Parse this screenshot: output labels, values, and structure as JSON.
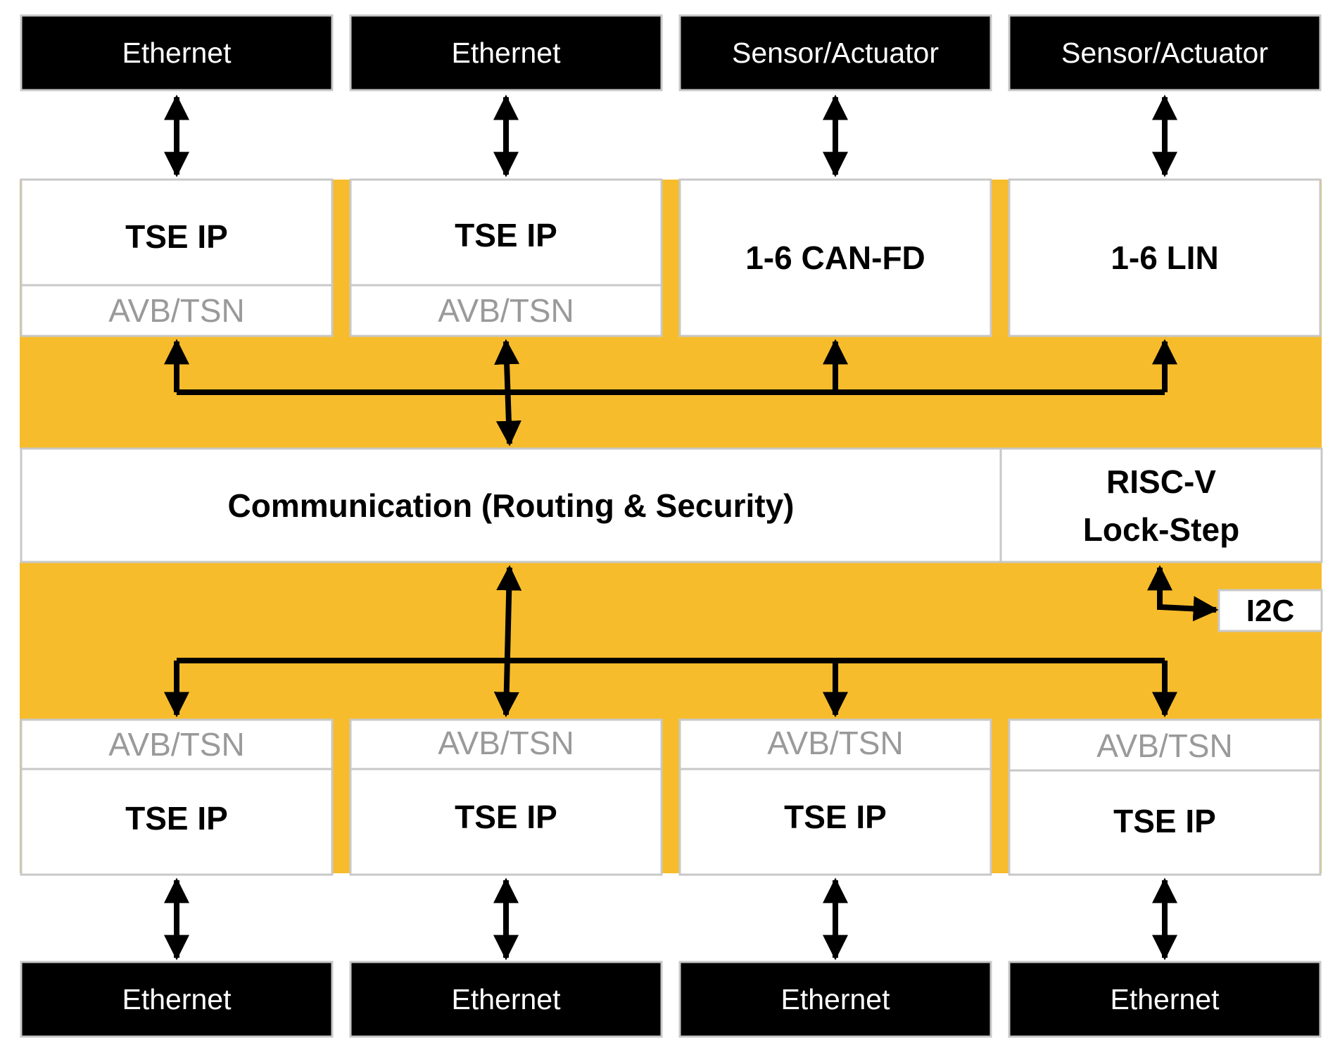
{
  "top_ports": [
    {
      "label": "Ethernet"
    },
    {
      "label": "Ethernet"
    },
    {
      "label": "Sensor/Actuator"
    },
    {
      "label": "Sensor/Actuator"
    }
  ],
  "top_blocks": [
    {
      "title": "TSE IP",
      "sub": "AVB/TSN"
    },
    {
      "title": "TSE IP",
      "sub": "AVB/TSN"
    },
    {
      "title": "1-6 CAN-FD"
    },
    {
      "title": "1-6 LIN"
    }
  ],
  "communication": "Communication (Routing & Security)",
  "riscv": {
    "line1": "RISC-V",
    "line2": "Lock-Step"
  },
  "i2c": "I2C",
  "bottom_blocks": [
    {
      "title": "TSE IP",
      "sub": "AVB/TSN"
    },
    {
      "title": "TSE IP",
      "sub": "AVB/TSN"
    },
    {
      "title": "TSE IP",
      "sub": "AVB/TSN"
    },
    {
      "title": "TSE IP",
      "sub": "AVB/TSN"
    }
  ],
  "bottom_ports": [
    {
      "label": "Ethernet"
    },
    {
      "label": "Ethernet"
    },
    {
      "label": "Ethernet"
    },
    {
      "label": "Ethernet"
    }
  ],
  "colors": {
    "bus": "#F7BC2B",
    "port": "#000000",
    "block_border": "#C8C8C8",
    "sub_text": "#9A9A9A",
    "text": "#000000"
  }
}
